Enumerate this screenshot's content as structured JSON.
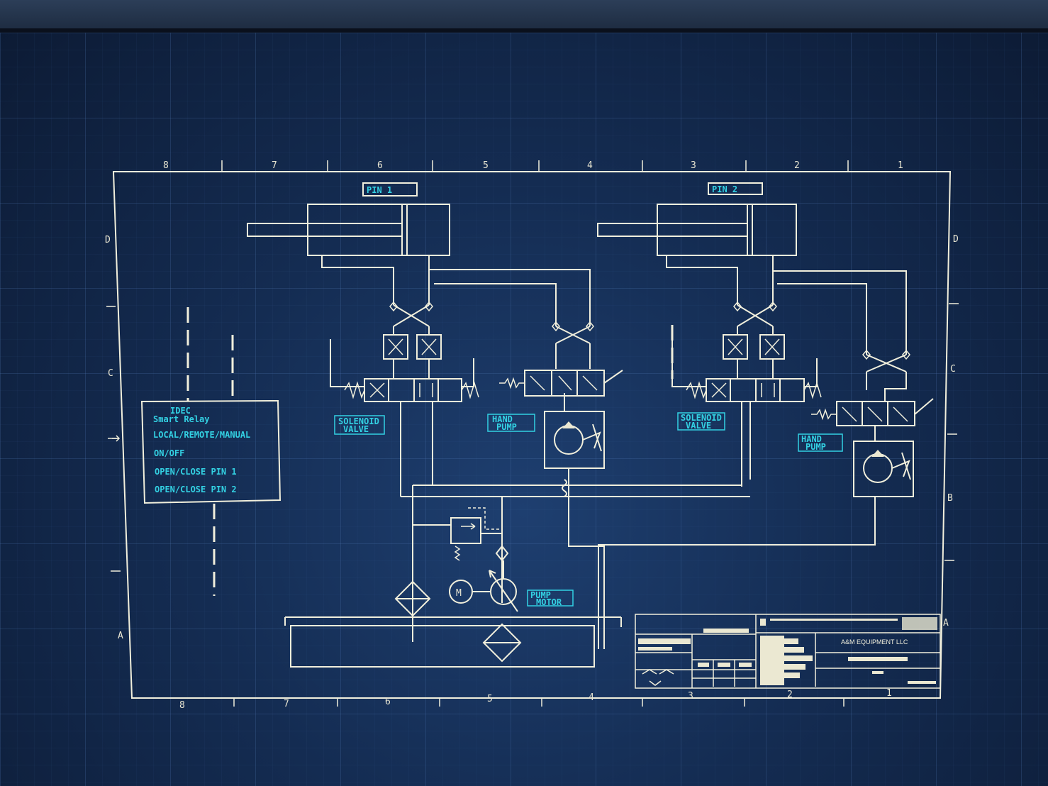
{
  "zones": {
    "top": [
      "8",
      "7",
      "6",
      "5",
      "4",
      "3",
      "2",
      "1"
    ],
    "bottom": [
      "8",
      "7",
      "6",
      "5",
      "4",
      "3",
      "2",
      "1"
    ],
    "left": [
      "D",
      "C",
      "A"
    ],
    "right": [
      "D",
      "C",
      "B",
      "A"
    ]
  },
  "cylinders": {
    "pin1_tag": "PIN 1",
    "pin2_tag": "PIN 2"
  },
  "valve_labels": {
    "solenoid_left": [
      "SOLENOID",
      "VALVE"
    ],
    "hand_pump_left": [
      "HAND",
      "PUMP"
    ],
    "solenoid_right": [
      "SOLENOID",
      "VALVE"
    ],
    "hand_pump_right": [
      "HAND",
      "PUMP"
    ]
  },
  "motor": {
    "symbol": "M",
    "label": [
      "PUMP",
      "MOTOR"
    ]
  },
  "relay_box": {
    "title": [
      "IDEC",
      "Smart Relay"
    ],
    "items": [
      "LOCAL/REMOTE/MANUAL",
      "ON/OFF",
      "OPEN/CLOSE PIN 1",
      "OPEN/CLOSE PIN 2"
    ]
  },
  "title_block": {
    "company": "A&M EQUIPMENT LLC"
  },
  "colors": {
    "line": "#f1efdc",
    "label": "#33d1e3",
    "background": "#142c52"
  }
}
